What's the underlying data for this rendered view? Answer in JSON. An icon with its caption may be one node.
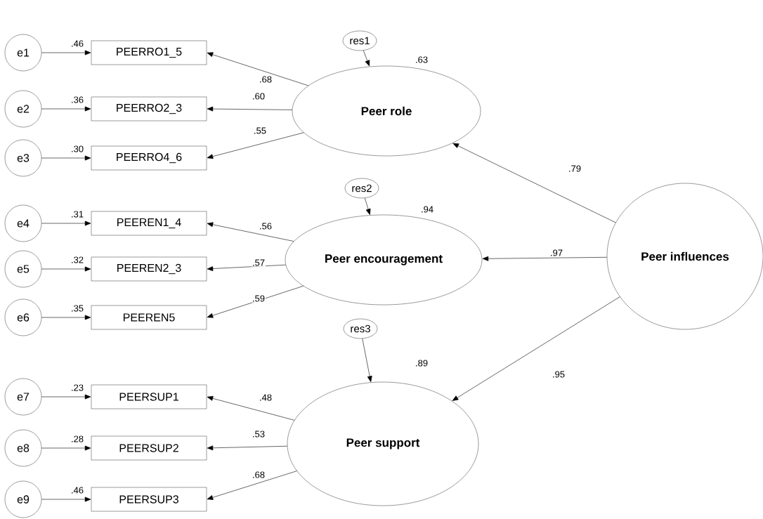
{
  "diagram": {
    "nodes": [
      {
        "text": [
          "res1"
        ]
      },
      {
        "text": [
          "Peer role"
        ],
        "beside": [
          ".63"
        ]
      },
      {
        "text": [
          "e1"
        ]
      },
      {
        "text": [
          "PEERRO1_5"
        ],
        "beside": [
          ".46"
        ]
      },
      {
        "text": [
          "e2"
        ]
      },
      {
        "text": [
          "PEERRO2_3"
        ],
        "beside": [
          ".36"
        ]
      },
      {
        "text": [
          "e3"
        ]
      },
      {
        "text": [
          "PEERRO4_6"
        ],
        "beside": [
          ".30"
        ]
      },
      {
        "text": [
          "res2"
        ]
      },
      {
        "text": [
          "Peer encouragement"
        ],
        "beside": [
          ".94"
        ]
      },
      {
        "text": [
          "e4"
        ]
      },
      {
        "text": [
          "PEEREN1_4"
        ],
        "beside": [
          ".31"
        ]
      },
      {
        "text": [
          "e5"
        ]
      },
      {
        "text": [
          "PEEREN2_3"
        ],
        "beside": [
          ".32"
        ]
      },
      {
        "text": [
          "e6"
        ]
      },
      {
        "text": [
          "PEEREN5"
        ],
        "beside": [
          ".35"
        ]
      },
      {
        "text": [
          "res3"
        ]
      },
      {
        "text": [
          "Peer support"
        ],
        "beside": [
          ".89"
        ]
      },
      {
        "text": [
          "e7"
        ]
      },
      {
        "text": [
          "PEERSUP1"
        ],
        "beside": [
          ".23"
        ]
      },
      {
        "text": [
          "e8"
        ]
      },
      {
        "text": [
          "PEERSUP2"
        ],
        "beside": [
          ".28"
        ]
      },
      {
        "text": [
          "e9"
        ]
      },
      {
        "text": [
          "PEERSUP3"
        ],
        "beside": [
          ".46"
        ]
      },
      {
        "text": [
          "Peer influences"
        ]
      }
    ],
    "edges": [
      {
        "from": 0,
        "to": 1,
        "arrow": "to"
      },
      {
        "from": 2,
        "to": 3,
        "arrow": "to"
      },
      {
        "from": 4,
        "to": 5,
        "arrow": "to"
      },
      {
        "from": 6,
        "to": 7,
        "arrow": "to"
      },
      {
        "from": 1,
        "to": 3,
        "arrow": "to",
        "label": ".68"
      },
      {
        "from": 1,
        "to": 5,
        "arrow": "to",
        "label": ".60"
      },
      {
        "from": 1,
        "to": 7,
        "arrow": "to",
        "label": ".55"
      },
      {
        "from": 8,
        "to": 9,
        "arrow": "to"
      },
      {
        "from": 10,
        "to": 11,
        "arrow": "to"
      },
      {
        "from": 12,
        "to": 13,
        "arrow": "to"
      },
      {
        "from": 14,
        "to": 15,
        "arrow": "to"
      },
      {
        "from": 9,
        "to": 11,
        "arrow": "to",
        "label": ".56"
      },
      {
        "from": 9,
        "to": 13,
        "arrow": "to",
        "label": ".57"
      },
      {
        "from": 9,
        "to": 15,
        "arrow": "to",
        "label": ".59"
      },
      {
        "from": 16,
        "to": 17,
        "arrow": "to"
      },
      {
        "from": 18,
        "to": 19,
        "arrow": "to"
      },
      {
        "from": 20,
        "to": 21,
        "arrow": "to"
      },
      {
        "from": 22,
        "to": 23,
        "arrow": "to"
      },
      {
        "from": 17,
        "to": 19,
        "arrow": "to",
        "label": ".48"
      },
      {
        "from": 17,
        "to": 21,
        "arrow": "to",
        "label": ".53"
      },
      {
        "from": 17,
        "to": 23,
        "arrow": "to",
        "label": ".68"
      },
      {
        "from": 24,
        "to": 1,
        "arrow": "to",
        "label": ".79"
      },
      {
        "from": 24,
        "to": 9,
        "arrow": "to",
        "label": ".97"
      },
      {
        "from": 24,
        "to": 17,
        "arrow": "to",
        "label": ".95"
      }
    ]
  }
}
